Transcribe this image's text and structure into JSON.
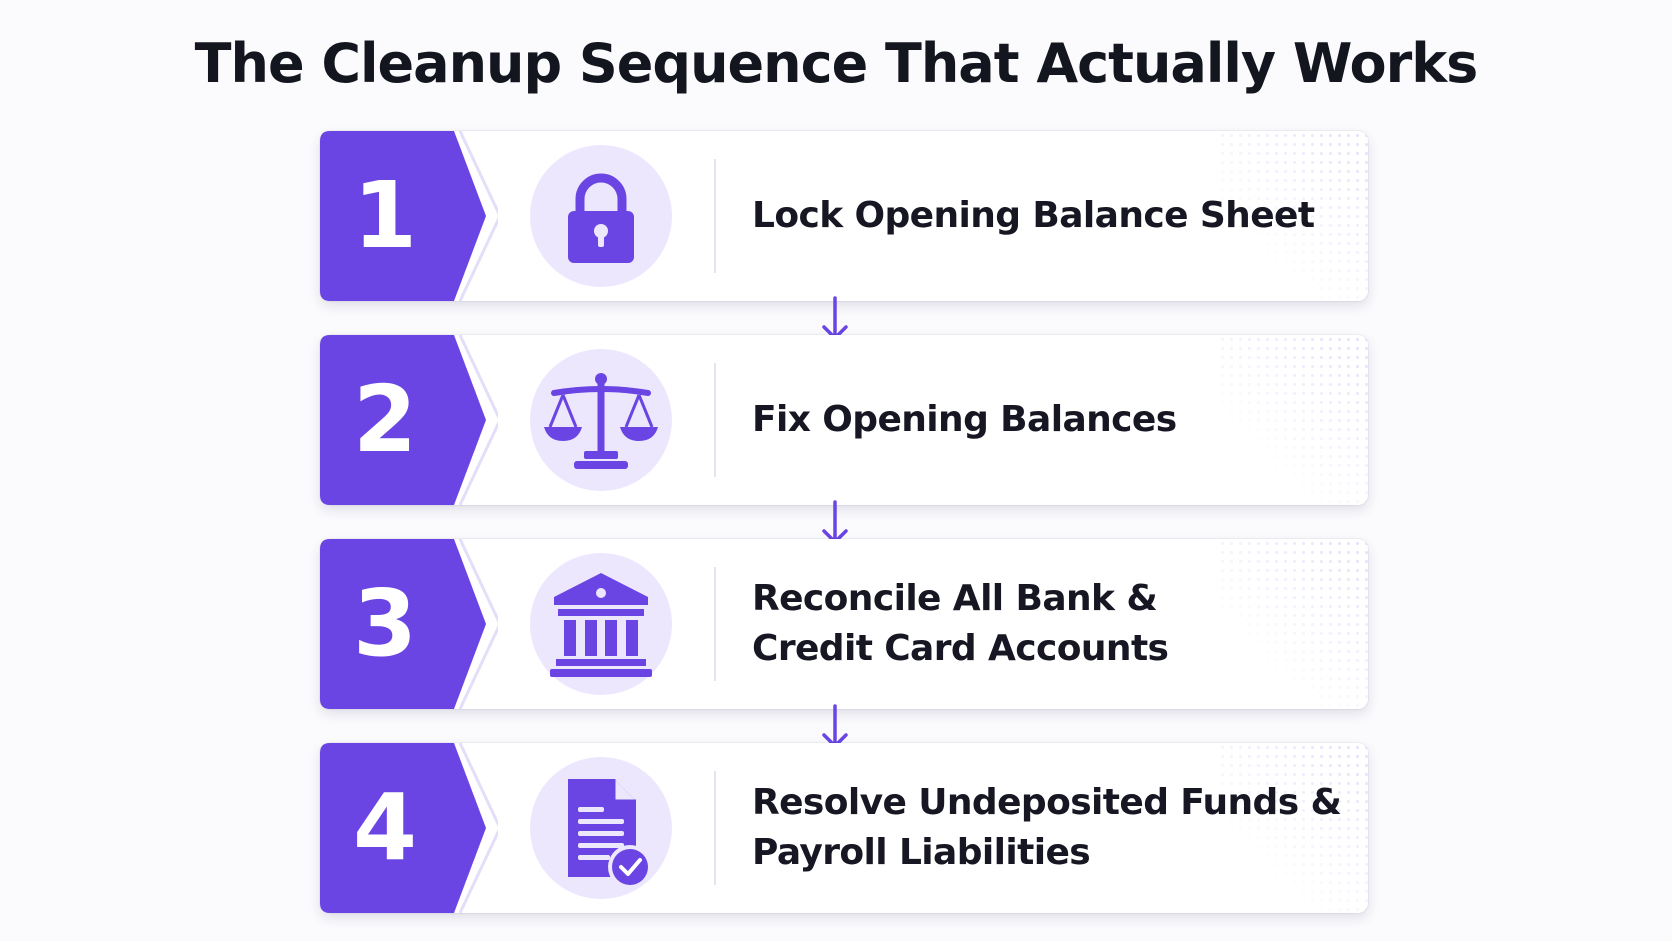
{
  "title": "The Cleanup Sequence That Actually Works",
  "colors": {
    "accent": "#6a45e4",
    "accent_light": "#ece7fd",
    "text": "#161722"
  },
  "steps": [
    {
      "number": "1",
      "label": "Lock Opening Balance Sheet",
      "icon": "lock-icon"
    },
    {
      "number": "2",
      "label": "Fix Opening Balances",
      "icon": "scales-icon"
    },
    {
      "number": "3",
      "label": "Reconcile All Bank &\nCredit Card Accounts",
      "icon": "bank-icon"
    },
    {
      "number": "4",
      "label": "Resolve Undeposited Funds &\nPayroll Liabilities",
      "icon": "document-check-icon"
    }
  ]
}
